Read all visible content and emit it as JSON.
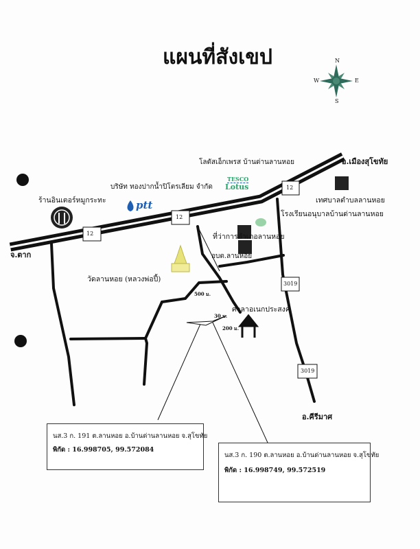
{
  "title": "แผนที่สังเขป",
  "compass": {
    "n": "N",
    "s": "S",
    "e": "E",
    "w": "W",
    "color": "#2e6b5a"
  },
  "highway": {
    "route_number": "12",
    "secondary_route": "3019"
  },
  "places": {
    "lotus_express": "โลตัสเอ็กเพรส บ้านด่านลานหอย",
    "mueang_sukhothai": "อ.เมืองสุโขทัย",
    "tesco_top": "TESCO",
    "tesco_bottom": "Lotus",
    "restaurant": "ร้านอินเตอร์หมูกระทะ",
    "petrol_company": "บริษัท ทองปากน้ำปิโตรเลียม จำกัด",
    "ptt": "ptt",
    "municipality": "เทศบาลตำบลลานหอย",
    "school": "โรงเรียนอนุบาลบ้านด่านลานหอย",
    "tak": "จ.ตาก",
    "district_office": "ที่ว่าการอำเภอลานหอย",
    "sao": "อบต.ลานหอย",
    "temple": "วัดลานหอย (หลวงพ่อปี้)",
    "dist_500": "500 ม.",
    "pavilion": "ศาลาอเนกประสงค์",
    "dist_30": "30 ม.",
    "dist_200": "200 ม.",
    "khiri_mat": "อ.คีรีมาศ"
  },
  "boxes": [
    {
      "line1": "นส.3 ก. 191 ต.ลานหอย อ.บ้านด่านลานหอย จ.สุโขทัย",
      "line2": "พิกัด : 16.998705, 99.572084"
    },
    {
      "line1": "นส.3 ก. 190 ต.ลานหอย อ.บ้านด่านลานหอย จ.สุโขทัย",
      "line2": "พิกัด : 16.998749, 99.572519"
    }
  ],
  "colors": {
    "tesco": "#2aa36b",
    "ptt": "#1e5fb4",
    "temple": "#e8e27a"
  }
}
